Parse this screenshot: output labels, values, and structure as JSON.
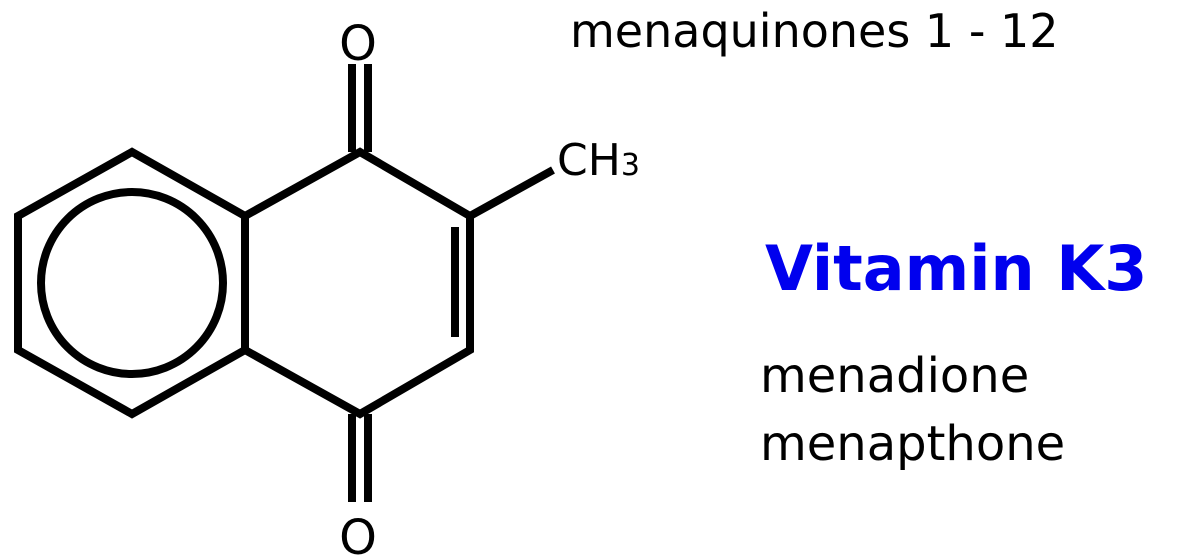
{
  "structure": {
    "atoms": {
      "oxygen_top": "O",
      "oxygen_bottom": "O",
      "methyl_main": "CH",
      "methyl_subscript": "3"
    },
    "bond_color": "#000000"
  },
  "captions": {
    "menaquinones": "menaquinones 1 - 12",
    "title": "Vitamin K3",
    "title_color": "#0000ee",
    "synonyms": [
      "menadione",
      "menapthone"
    ]
  }
}
